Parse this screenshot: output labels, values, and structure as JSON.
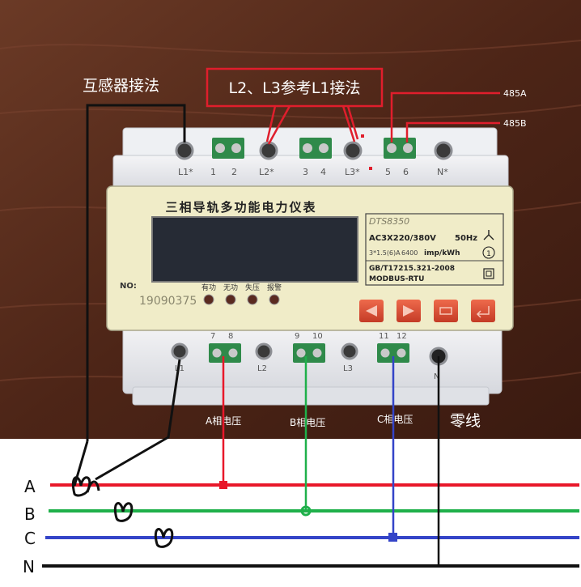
{
  "annotations": {
    "transformer_wiring": "互感器接法",
    "l2_l3_reference": "L2、L3参考L1接法",
    "rs485_a": "485A",
    "rs485_b": "485B",
    "phase_a_voltage": "A相电压",
    "phase_b_voltage": "B相电压",
    "phase_c_voltage": "C相电压",
    "neutral_wire": "零线"
  },
  "meter": {
    "title": "三相导轨多功能电力仪表",
    "model": "DTS8350",
    "voltage_spec": "AC3X220/380V",
    "frequency": "50Hz",
    "current_spec": "3*1.5(6)A",
    "pulse_constant": "6400",
    "pulse_unit": "imp/kWh",
    "class_mark": "1",
    "standard": "GB/T17215.321-2008",
    "protocol": "MODBUS-RTU",
    "serial_label": "NO:",
    "serial_number": "19090375",
    "indicators": [
      "有功",
      "无功",
      "失压",
      "报警"
    ],
    "top_terminals": [
      "L1*",
      "1",
      "2",
      "L2*",
      "3",
      "4",
      "L3*",
      "5",
      "6",
      "N*"
    ],
    "bottom_terminals": [
      "L1",
      "7",
      "8",
      "L2",
      "9",
      "10",
      "L3",
      "11",
      "12",
      "N"
    ]
  },
  "buses": [
    "A",
    "B",
    "C",
    "N"
  ],
  "colors": {
    "phase_a": "#e8182a",
    "phase_b": "#1fb04a",
    "phase_c": "#3444c8",
    "neutral": "#111111",
    "annotation_box": "#e01e2c",
    "panel": "#f0ecc8",
    "lcd": "#262b35",
    "button": "#e0503a",
    "wood": "#5a2d1c"
  }
}
